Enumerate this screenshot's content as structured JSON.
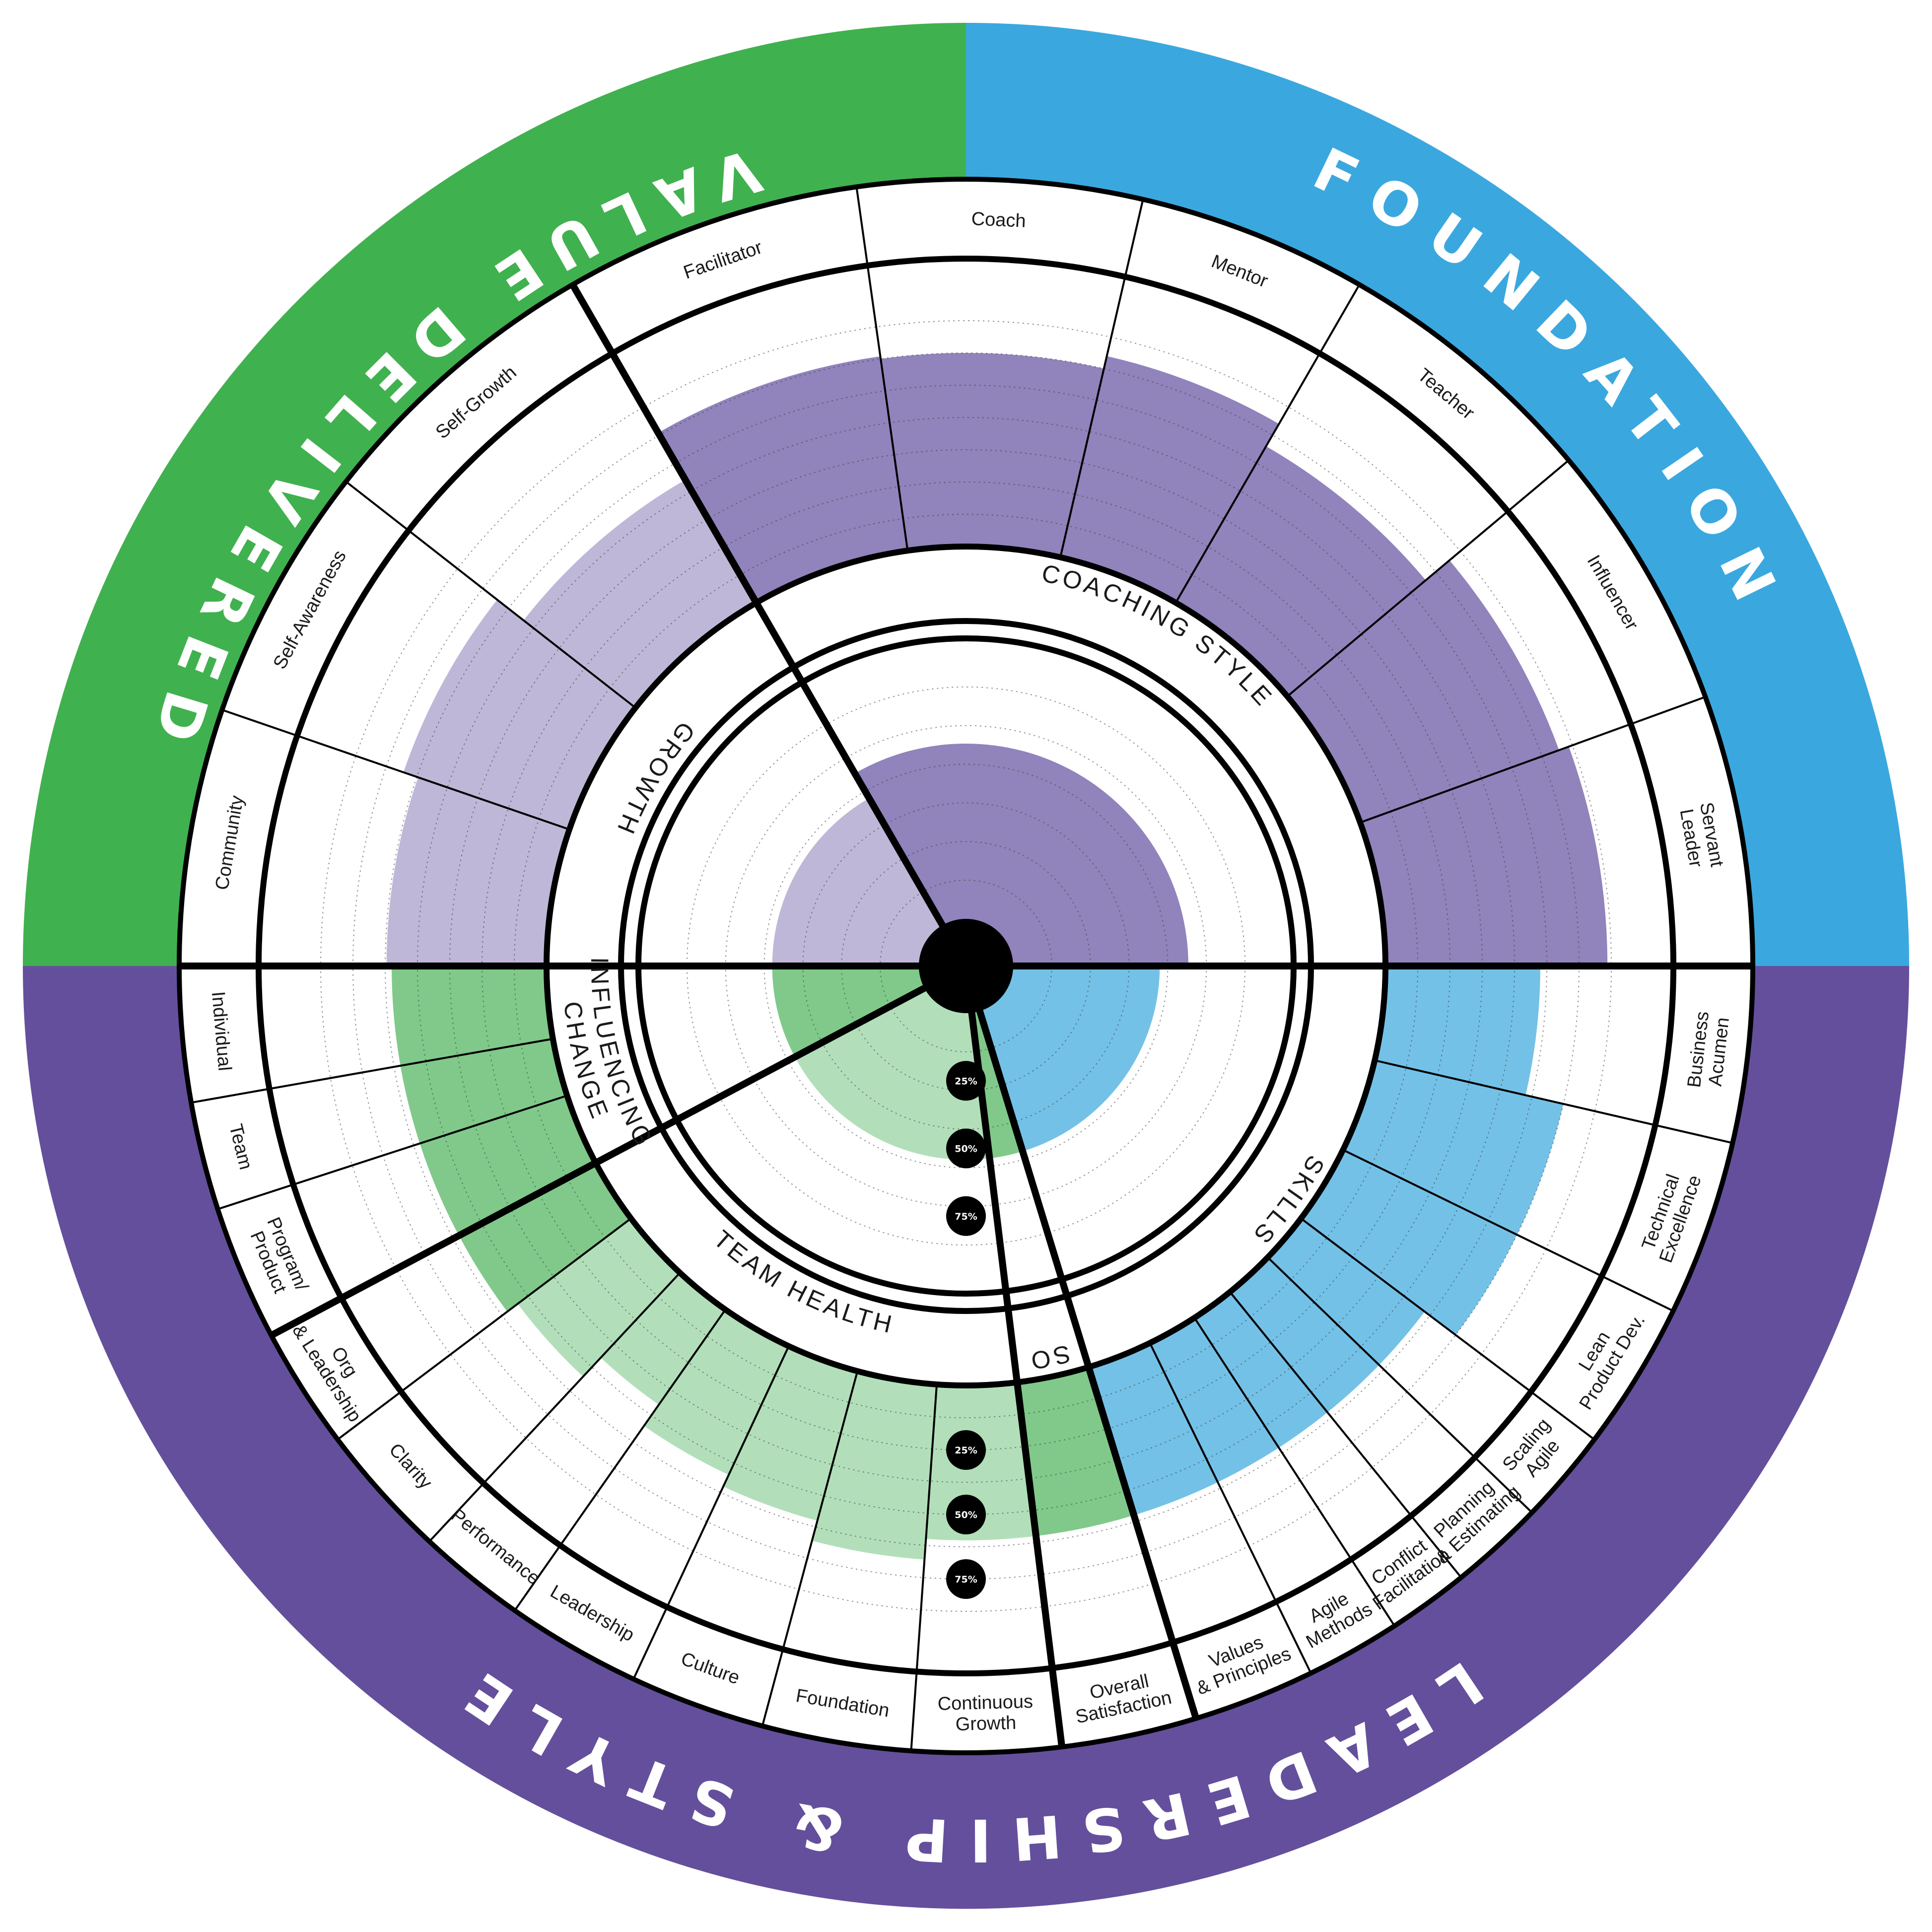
{
  "categories": [
    {
      "label": "FOUNDATION",
      "color": "#3aa8df",
      "start": -90,
      "end": 0,
      "text_mid": -45,
      "text_span": 62,
      "flip": false
    },
    {
      "label": "LEADERSHIP & STYLE",
      "color": "#644f9c",
      "start": 0,
      "end": 180,
      "text_mid": 90,
      "text_span": 90,
      "flip": false
    },
    {
      "label": "VALUE DELIVERED",
      "color": "#40b14f",
      "start": 180,
      "end": 270,
      "text_mid": 225,
      "text_span": 62,
      "flip": true
    }
  ],
  "areas": [
    {
      "label": "SKILLS",
      "start": 0,
      "end": 73,
      "fill": "#74c1e7",
      "inner_level": 0.61,
      "label_angle": 36,
      "flip": false
    },
    {
      "label": "SO",
      "start": 73,
      "end": 83,
      "fill": "#80c98a",
      "inner_level": 0.61,
      "label_angle": 78,
      "flip": false
    },
    {
      "label": "TEAM HEALTH",
      "start": 83,
      "end": 152,
      "fill": "#b2dfba",
      "inner_level": 0.61,
      "label_angle": 117,
      "flip": true
    },
    {
      "label": "INFLUENCING CHANGE",
      "label_lines": [
        "INFLUENCING",
        "CHANGE"
      ],
      "start": 152,
      "end": 180,
      "fill": "#80c98a",
      "inner_level": 0.61,
      "label_angle": 166,
      "flip": true
    },
    {
      "label": "GROWTH",
      "start": 180,
      "end": 240,
      "fill": "#bfb7d7",
      "inner_level": 0.61,
      "label_angle": 211,
      "flip": true
    },
    {
      "label": "COACHING STYLE",
      "start": 240,
      "end": 360,
      "fill": "#9183bb",
      "inner_level": 0.7,
      "label_angle": 300,
      "flip": false
    }
  ],
  "segments": [
    {
      "label": "Business Acumen",
      "lines": [
        "Business",
        "Acumen"
      ],
      "start": 0,
      "end": 13,
      "level": 0.6,
      "fill": "#74c1e7"
    },
    {
      "label": "Technical Excellence",
      "lines": [
        "Technical",
        "Excellence"
      ],
      "start": 13,
      "end": 26,
      "level": 0.75,
      "fill": "#74c1e7"
    },
    {
      "label": "Lean Product Dev.",
      "lines": [
        "Lean",
        "Product Dev."
      ],
      "start": 26,
      "end": 37,
      "level": 0.75,
      "fill": "#74c1e7"
    },
    {
      "label": "Scaling Agile",
      "lines": [
        "Scaling",
        "Agile"
      ],
      "start": 37,
      "end": 44,
      "level": 0.6,
      "fill": "#74c1e7"
    },
    {
      "label": "Planning & Estimating",
      "lines": [
        "Planning",
        "& Estimating"
      ],
      "start": 44,
      "end": 51,
      "level": 0.6,
      "fill": "#74c1e7"
    },
    {
      "label": "Conflict Facilitation",
      "lines": [
        "Conflict",
        "Facilitation"
      ],
      "start": 51,
      "end": 57,
      "level": 0.6,
      "fill": "#74c1e7"
    },
    {
      "label": "Agile Methods",
      "lines": [
        "Agile",
        "Methods"
      ],
      "start": 57,
      "end": 64,
      "level": 0.6,
      "fill": "#74c1e7"
    },
    {
      "label": "Values & Principles",
      "lines": [
        "Values",
        "& Principles"
      ],
      "start": 64,
      "end": 73,
      "level": 0.6,
      "fill": "#74c1e7"
    },
    {
      "label": "Overall Satisfaction",
      "lines": [
        "Overall",
        "Satisfaction"
      ],
      "start": 73,
      "end": 83,
      "level": 0.6,
      "fill": "#80c98a"
    },
    {
      "label": "Continuous Growth",
      "lines": [
        "Continuous",
        "Growth"
      ],
      "start": 83,
      "end": 94,
      "level": 0.6,
      "fill": "#b2dfba"
    },
    {
      "label": "Foundation",
      "lines": [
        "Foundation"
      ],
      "start": 94,
      "end": 105,
      "level": 0.68,
      "fill": "#b2dfba"
    },
    {
      "label": "Culture",
      "lines": [
        "Culture"
      ],
      "start": 105,
      "end": 115,
      "level": 0.6,
      "fill": "#b2dfba"
    },
    {
      "label": "Leadership",
      "lines": [
        "Leadership"
      ],
      "start": 115,
      "end": 125,
      "level": 0.55,
      "fill": "#b2dfba"
    },
    {
      "label": "Performance",
      "lines": [
        "Performance"
      ],
      "start": 125,
      "end": 133,
      "level": 0.45,
      "fill": "#b2dfba"
    },
    {
      "label": "Clarity",
      "lines": [
        "Clarity"
      ],
      "start": 133,
      "end": 143,
      "level": 0.55,
      "fill": "#b2dfba"
    },
    {
      "label": "Org & Leadership",
      "lines": [
        "Org",
        "& Leadership"
      ],
      "start": 143,
      "end": 152,
      "level": 0.6,
      "fill": "#80c98a"
    },
    {
      "label": "Program/Product",
      "lines": [
        "Program/",
        "Product"
      ],
      "start": 152,
      "end": 162,
      "level": 0.6,
      "fill": "#80c98a"
    },
    {
      "label": "Team",
      "lines": [
        "Team"
      ],
      "start": 162,
      "end": 170,
      "level": 0.6,
      "fill": "#80c98a"
    },
    {
      "label": "Individual",
      "lines": [
        "Individual"
      ],
      "start": 170,
      "end": 180,
      "level": 0.6,
      "fill": "#80c98a"
    },
    {
      "label": "Community",
      "lines": [
        "Community"
      ],
      "start": 180,
      "end": 199,
      "level": 0.62,
      "fill": "#bfb7d7"
    },
    {
      "label": "Self-Awareness",
      "lines": [
        "Self-Awareness"
      ],
      "start": 199,
      "end": 218,
      "level": 0.68,
      "fill": "#bfb7d7"
    },
    {
      "label": "Self-Growth",
      "lines": [
        "Self-Growth"
      ],
      "start": 218,
      "end": 240,
      "level": 0.55,
      "fill": "#bfb7d7"
    },
    {
      "label": "Facilitator",
      "lines": [
        "Facilitator"
      ],
      "start": 240,
      "end": 262,
      "level": 0.76,
      "fill": "#9183bb"
    },
    {
      "label": "Coach",
      "lines": [
        "Coach"
      ],
      "start": 262,
      "end": 283,
      "level": 0.75,
      "fill": "#9183bb"
    },
    {
      "label": "Mentor",
      "lines": [
        "Mentor"
      ],
      "start": 283,
      "end": 300,
      "level": 0.8,
      "fill": "#9183bb"
    },
    {
      "label": "Teacher",
      "lines": [
        "Teacher"
      ],
      "start": 300,
      "end": 320,
      "level": 0.7,
      "fill": "#9183bb"
    },
    {
      "label": "Influencer",
      "lines": [
        "Influencer"
      ],
      "start": 320,
      "end": 340,
      "level": 0.82,
      "fill": "#9183bb"
    },
    {
      "label": "Servant Leader",
      "lines": [
        "Servant",
        "Leader"
      ],
      "start": 340,
      "end": 360,
      "level": 0.86,
      "fill": "#9183bb"
    }
  ],
  "markers": [
    {
      "label": "25%",
      "ring": "inner",
      "level": 0.25
    },
    {
      "label": "50%",
      "ring": "inner",
      "level": 0.5
    },
    {
      "label": "75%",
      "ring": "inner",
      "level": 0.75
    },
    {
      "label": "25%",
      "ring": "outer",
      "level": 0.25
    },
    {
      "label": "50%",
      "ring": "outer",
      "level": 0.5
    },
    {
      "label": "75%",
      "ring": "outer",
      "level": 0.75
    }
  ],
  "colors": {
    "line": "#000000",
    "background": "#ffffff",
    "hub": "#000000"
  }
}
